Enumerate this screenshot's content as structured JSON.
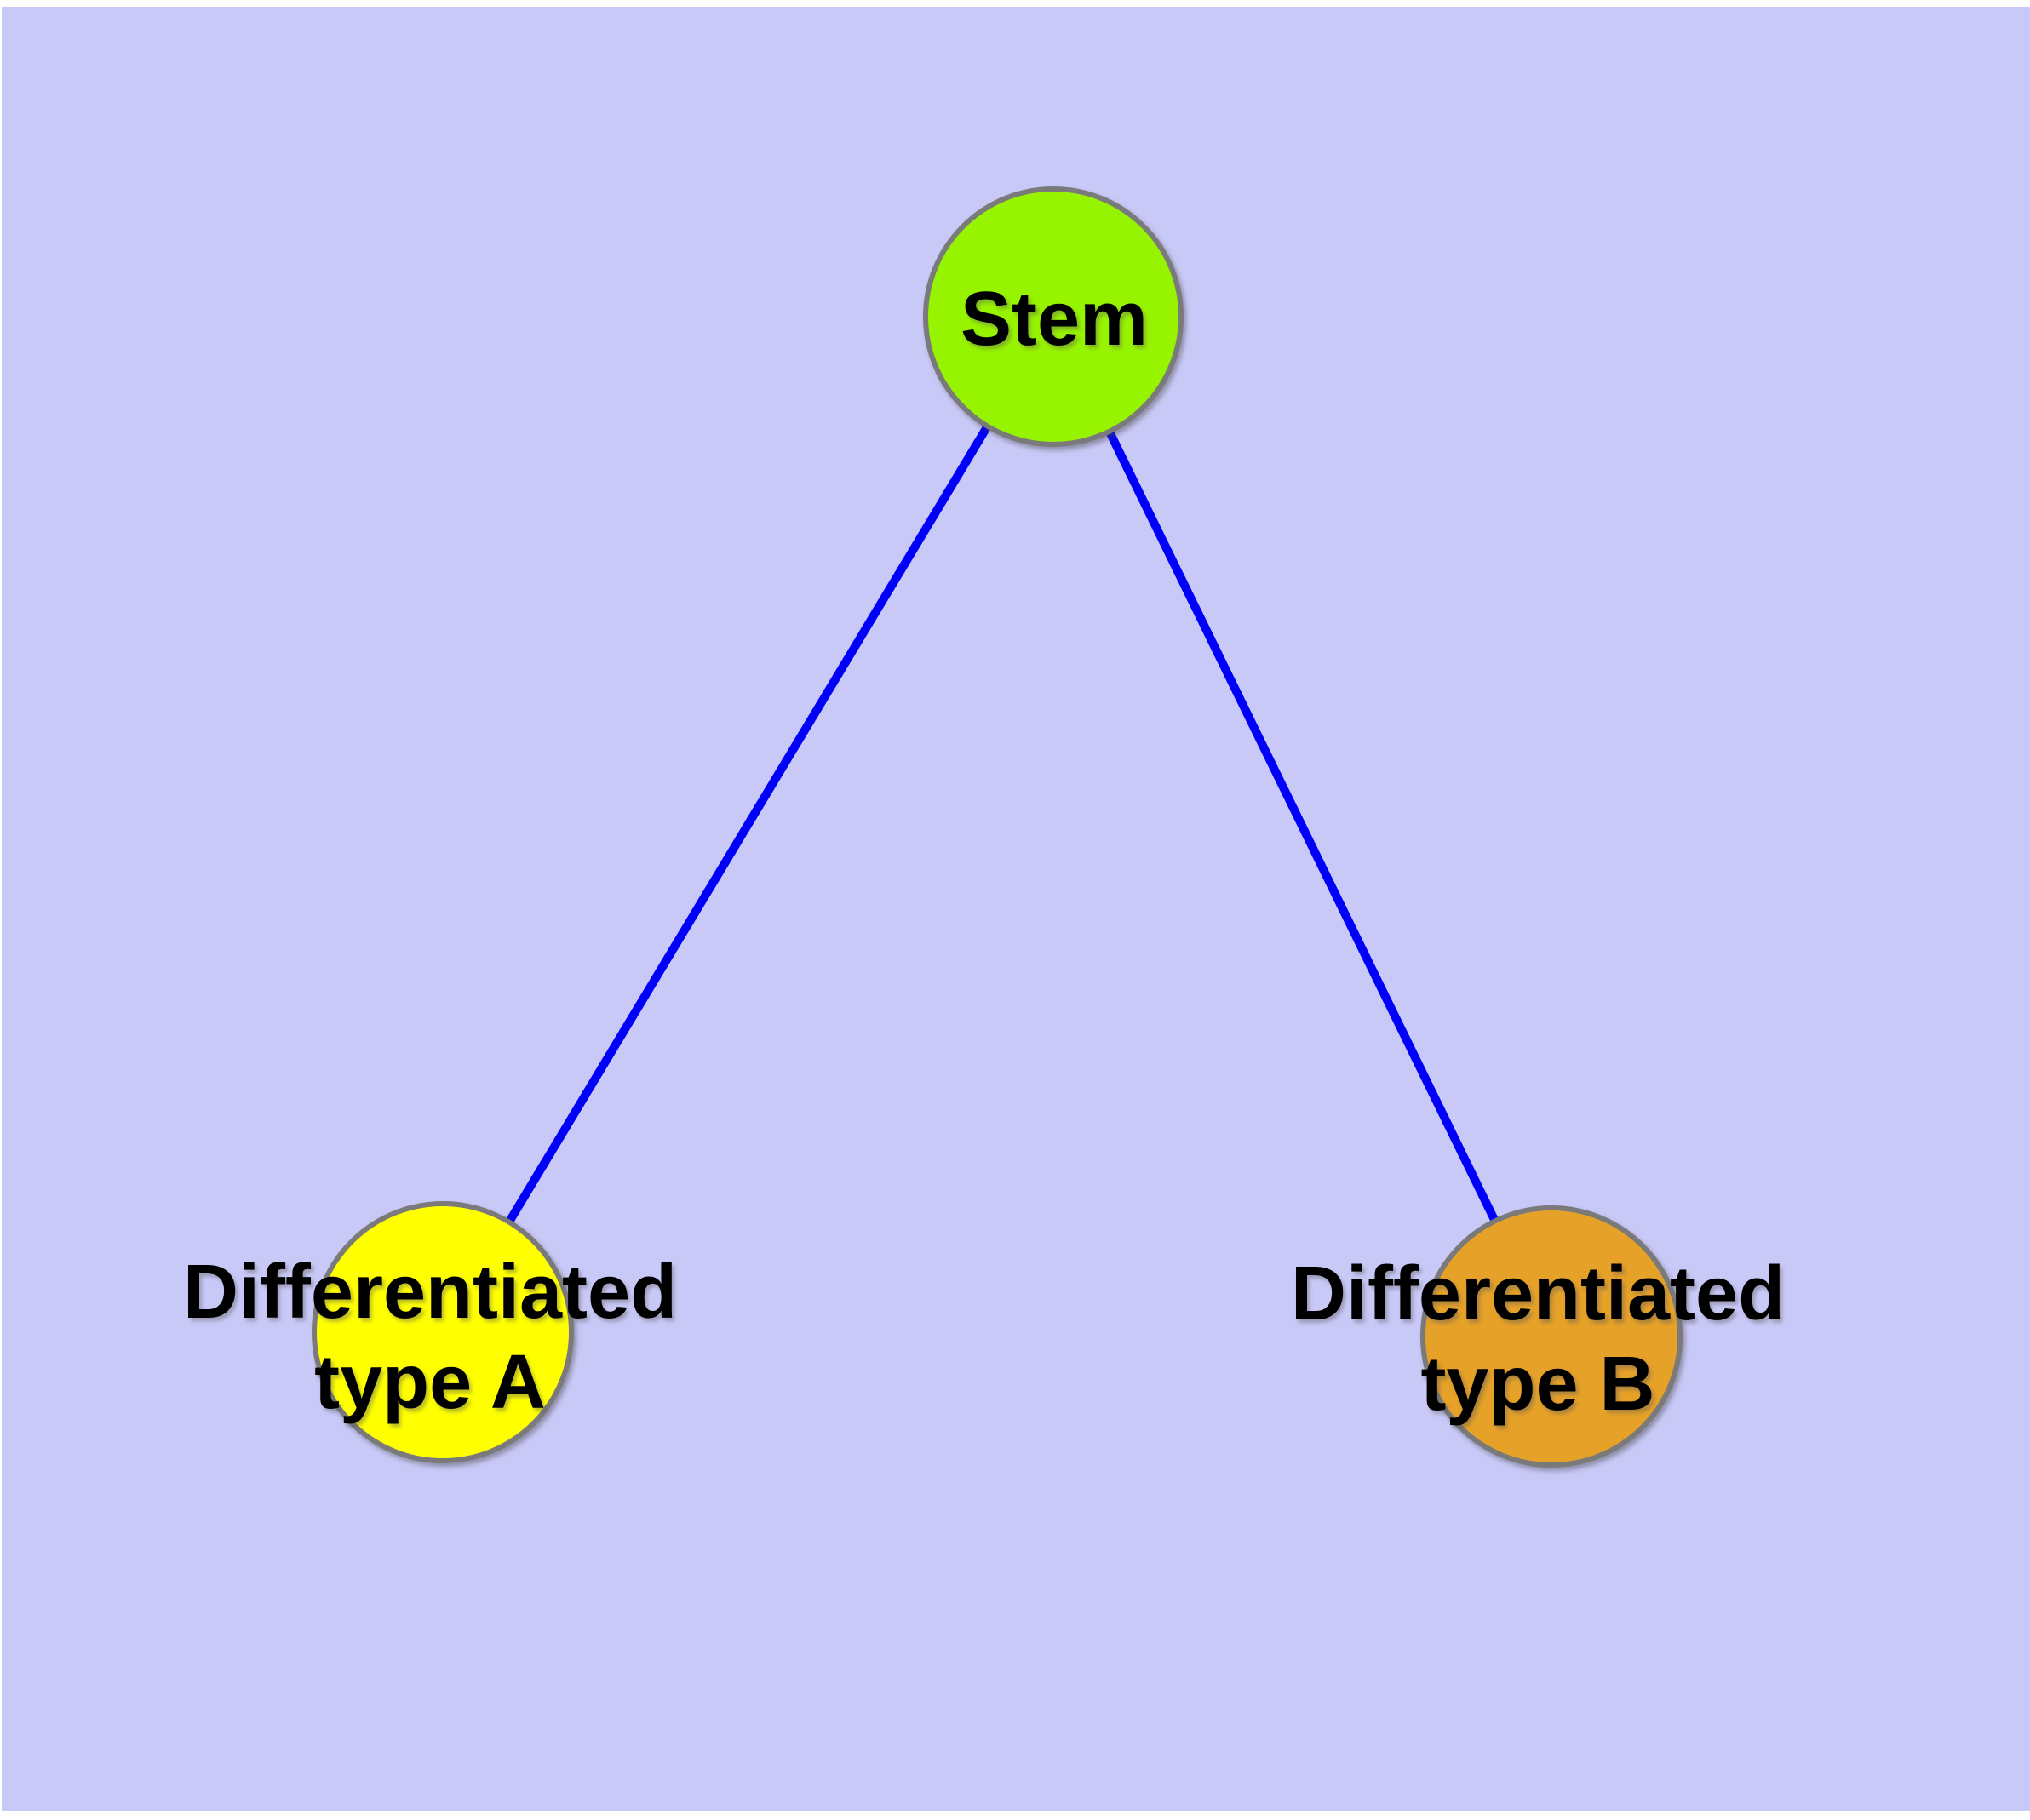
{
  "diagram": {
    "background_color": "#c9c9f8",
    "margin_color": "#ffffff",
    "edge_color": "#0000fa",
    "node_border_color": "#7a7a7a",
    "label_color": "#000000",
    "nodes": [
      {
        "id": "stem",
        "label": "Stem",
        "color": "#97f400"
      },
      {
        "id": "differentiated-type-a",
        "label_line1": "Differentiated",
        "label_line2": "type A",
        "color": "#ffff00"
      },
      {
        "id": "differentiated-type-b",
        "label_line1": "Differentiated",
        "label_line2": "type B",
        "color": "#e6a128"
      }
    ],
    "edges": [
      {
        "from": "Stem",
        "to": "Differentiated type A"
      },
      {
        "from": "Stem",
        "to": "Differentiated type B"
      }
    ]
  }
}
